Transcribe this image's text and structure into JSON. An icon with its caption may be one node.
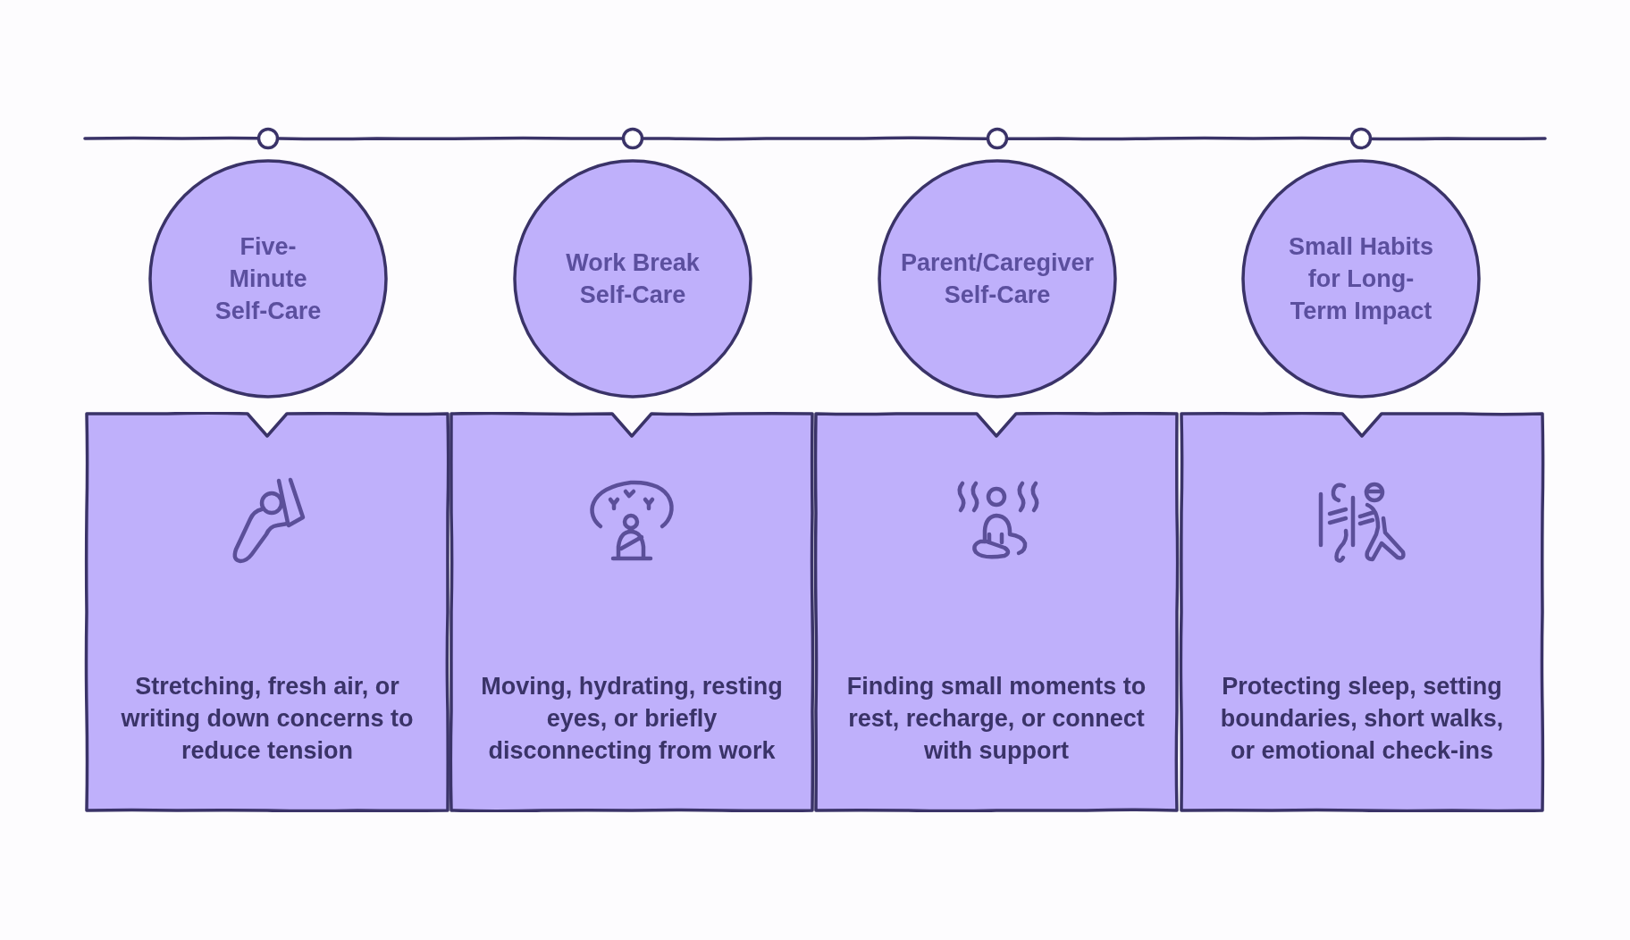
{
  "diagram": {
    "nodes": [
      {
        "text": [
          "Five-Minute Self-Care"
        ]
      },
      {
        "text": [
          "Work Break Self-Care"
        ]
      },
      {
        "text": [
          "Parent/Caregiver Self-Care"
        ]
      },
      {
        "text": [
          "Small Habits for Long-Term Impact"
        ]
      },
      {
        "text": [
          "Stretching, fresh air, or writing down concerns to reduce tension"
        ]
      },
      {
        "text": [
          "Moving, hydrating, resting eyes, or briefly disconnecting from work"
        ]
      },
      {
        "text": [
          "Finding small moments to rest, recharge, or connect with support"
        ]
      },
      {
        "text": [
          "Protecting sleep, setting boundaries, short walks, or emotional check-ins"
        ]
      }
    ]
  }
}
